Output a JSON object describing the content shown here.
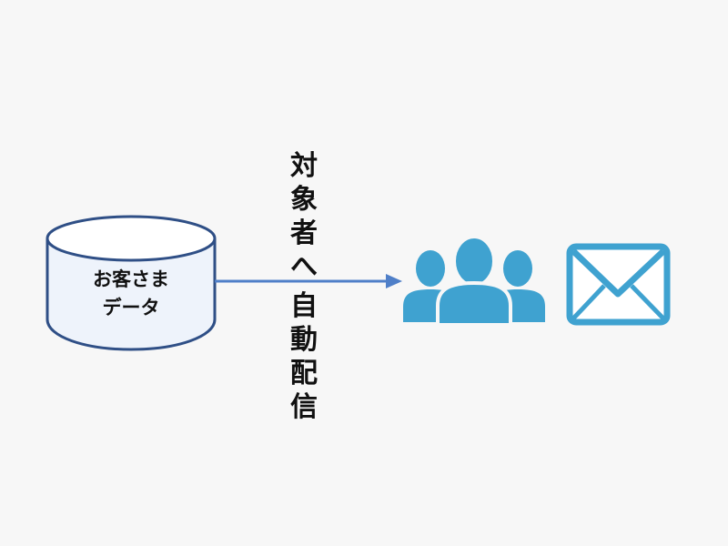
{
  "database": {
    "label_line1": "お客さま",
    "label_line2": "データ",
    "icon": "database-cylinder-icon",
    "fill": "#eef3fb",
    "stroke": "#2f4f86"
  },
  "flow_label": {
    "part1": [
      "対",
      "象",
      "者",
      "へ"
    ],
    "part2": [
      "自",
      "動",
      "配",
      "信"
    ]
  },
  "arrow": {
    "color": "#4f7fc8",
    "icon": "arrow-right-icon"
  },
  "recipients": {
    "icon": "user-group-icon",
    "color": "#3fa2d0"
  },
  "mail": {
    "icon": "envelope-icon",
    "color": "#3fa2d0"
  }
}
